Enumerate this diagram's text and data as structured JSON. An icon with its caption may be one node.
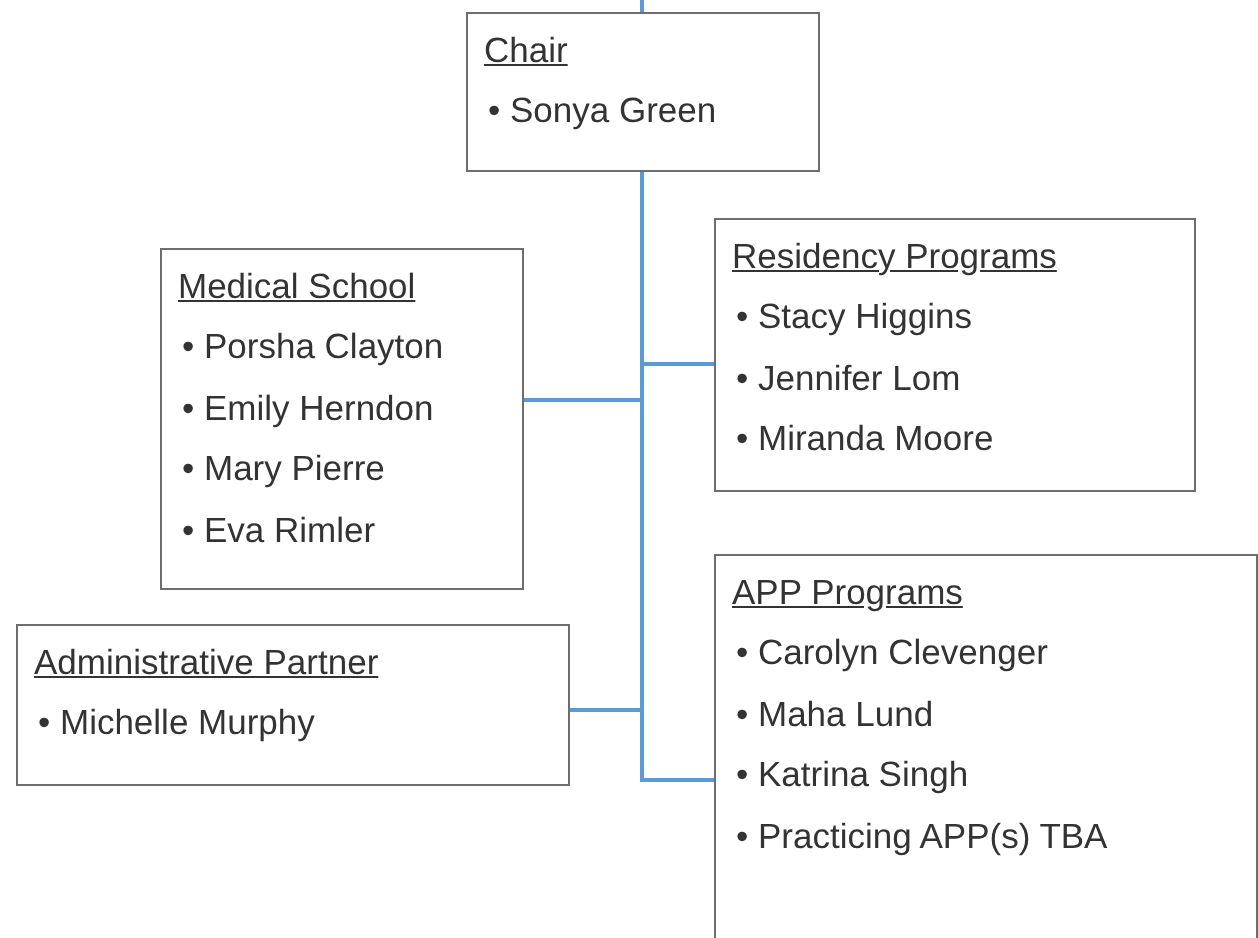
{
  "diagram": {
    "nodes": [
      {
        "text": [
          "Chair",
          "• Sonya Green"
        ]
      },
      {
        "text": [
          "Medical School",
          "• Porsha Clayton",
          "• Emily Herndon",
          "• Mary Pierre",
          "• Eva Rimler"
        ]
      },
      {
        "text": [
          "Residency Programs",
          "• Stacy Higgins",
          "• Jennifer Lom",
          "• Miranda Moore"
        ]
      },
      {
        "text": [
          "Administrative Partner",
          "• Michelle Murphy"
        ]
      },
      {
        "text": [
          "APP Programs",
          "• Carolyn Clevenger",
          "• Maha Lund",
          "• Katrina Singh",
          "• Practicing APP(s) TBA"
        ]
      }
    ],
    "edges": [
      {
        "from": null,
        "to": 0,
        "arrow": "none"
      },
      {
        "from": 0,
        "to": 1,
        "arrow": "none"
      },
      {
        "from": 0,
        "to": 2,
        "arrow": "none"
      },
      {
        "from": 0,
        "to": 3,
        "arrow": "none"
      },
      {
        "from": 0,
        "to": 4,
        "arrow": "none"
      }
    ]
  }
}
